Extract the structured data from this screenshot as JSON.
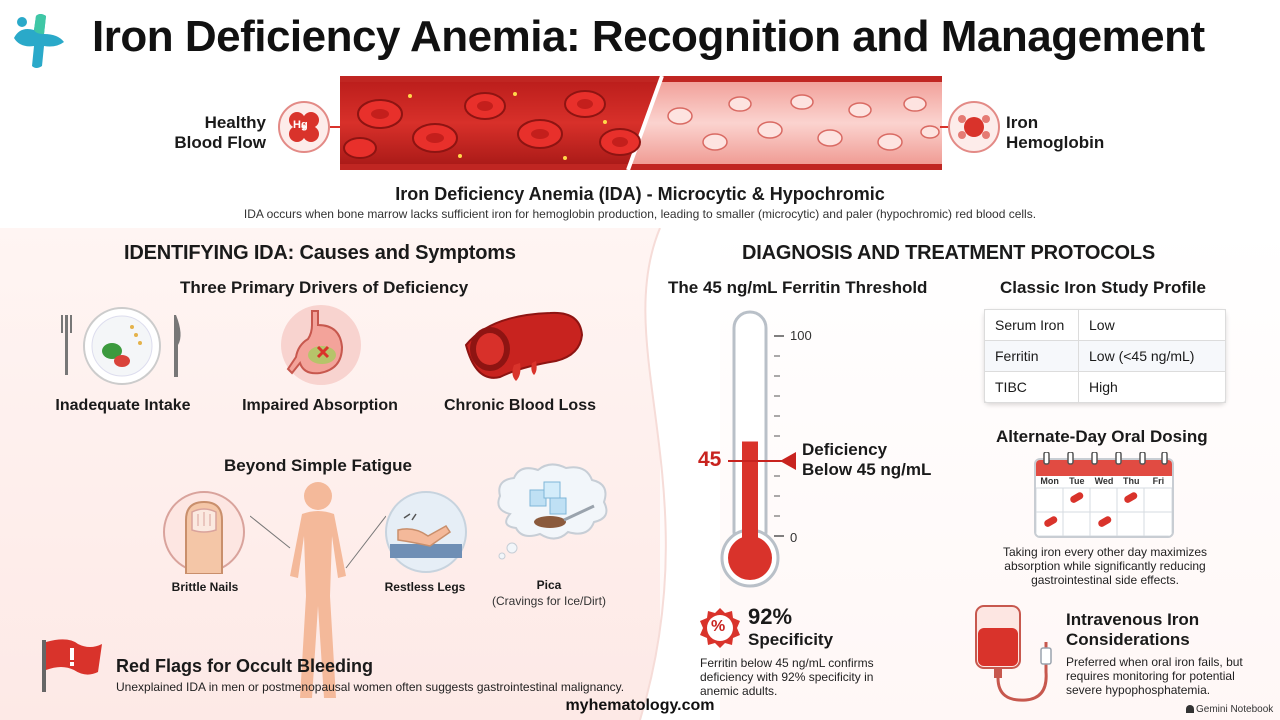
{
  "header": {
    "title": "Iron Deficiency Anemia: Recognition and Management"
  },
  "banner": {
    "left_label_line1": "Healthy",
    "left_label_line2": "Blood Flow",
    "left_icon_text": "Hg",
    "right_label_line1": "Iron",
    "right_label_line2": "Hemoglobin",
    "subtitle": "Iron Deficiency Anemia (IDA) - Microcytic & Hypochromic",
    "description": "IDA occurs when bone marrow lacks sufficient iron for hemoglobin production, leading to smaller (microcytic) and paler (hypochromic) red blood cells."
  },
  "left": {
    "heading": "IDENTIFYING IDA: Causes and Symptoms",
    "drivers_heading": "Three Primary Drivers of Deficiency",
    "drivers": [
      {
        "label": "Inadequate Intake",
        "icon": "plate-icon"
      },
      {
        "label": "Impaired Absorption",
        "icon": "stomach-icon"
      },
      {
        "label": "Chronic Blood Loss",
        "icon": "blood-vessel-icon"
      }
    ],
    "symptoms_heading": "Beyond Simple Fatigue",
    "symptoms": [
      {
        "label": "Brittle Nails",
        "icon": "nail-icon"
      },
      {
        "label": "Restless Legs",
        "icon": "legs-icon"
      },
      {
        "label": "Pica",
        "sublabel": "(Cravings for Ice/Dirt)",
        "icon": "ice-icon"
      }
    ],
    "red_flags_heading": "Red Flags for Occult Bleeding",
    "red_flags_text": "Unexplained IDA in men or postmenopausal women often suggests gastrointestinal malignancy."
  },
  "right": {
    "heading": "DIAGNOSIS AND TREATMENT PROTOCOLS",
    "ferritin_heading": "The 45 ng/mL Ferritin Threshold",
    "thermometer": {
      "tick_top": "100",
      "tick_bottom": "0",
      "marker": "45",
      "marker_label_line1": "Deficiency",
      "marker_label_line2": "Below 45 ng/mL",
      "fill_fraction": 0.45
    },
    "specificity": {
      "badge": "%",
      "value": "92%",
      "label": "Specificity",
      "text_line1": "Ferritin below 45 ng/mL confirms",
      "text_line2": "deficiency with 92% specificity in",
      "text_line3": "anemic adults."
    },
    "iron_study": {
      "heading": "Classic Iron Study Profile",
      "rows": [
        {
          "name": "Serum Iron",
          "value": "Low"
        },
        {
          "name": "Ferritin",
          "value": "Low (<45 ng/mL)"
        },
        {
          "name": "TIBC",
          "value": "High"
        }
      ]
    },
    "dosing": {
      "heading": "Alternate-Day Oral Dosing",
      "days": [
        "Mon",
        "Tue",
        "Wed",
        "Thu",
        "Fri"
      ],
      "text_line1": "Taking iron every other day maximizes",
      "text_line2": "absorption while significantly reducing",
      "text_line3": "gastrointestinal side effects."
    },
    "iv": {
      "heading_line1": "Intravenous Iron",
      "heading_line2": "Considerations",
      "text_line1": "Preferred when oral iron fails, but",
      "text_line2": "requires monitoring for potential",
      "text_line3": "severe hypophosphatemia."
    }
  },
  "footer": {
    "site": "myhematology.com",
    "brand": "Gemini Notebook"
  },
  "colors": {
    "accent_red": "#d9332b",
    "blood_dark": "#c8231f",
    "blood_pale": "#f3b5b0",
    "background_pink": "#fdebe8"
  }
}
